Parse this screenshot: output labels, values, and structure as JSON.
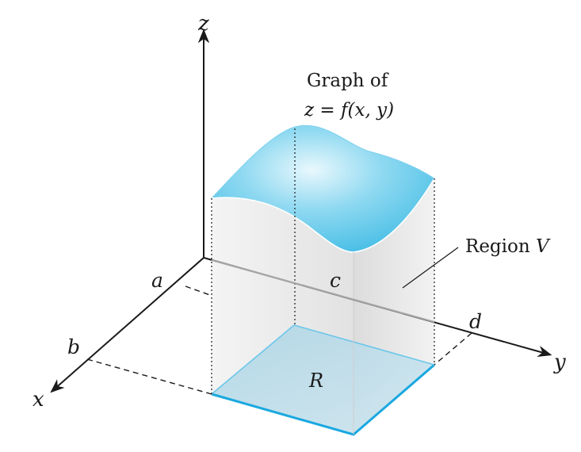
{
  "figure": {
    "title_line1": "Graph of",
    "title_line2_lhs": "z",
    "title_line2_eq": " = ",
    "title_line2_fn": "f",
    "title_line2_args": "(x, y)",
    "region_label": "Region ",
    "region_var": "V",
    "base_label": "R",
    "axis_labels": {
      "x": "x",
      "y": "y",
      "z": "z"
    },
    "bounds": {
      "a": "a",
      "b": "b",
      "c": "c",
      "d": "d"
    }
  },
  "colors": {
    "surface": "#5cc8ea",
    "surface_light": "#c8eef8",
    "base_fill": "#b9dcea",
    "base_edge": "#1aa8e0",
    "solid_side": "#e6e6e6",
    "axis": "#1a1a1a"
  }
}
